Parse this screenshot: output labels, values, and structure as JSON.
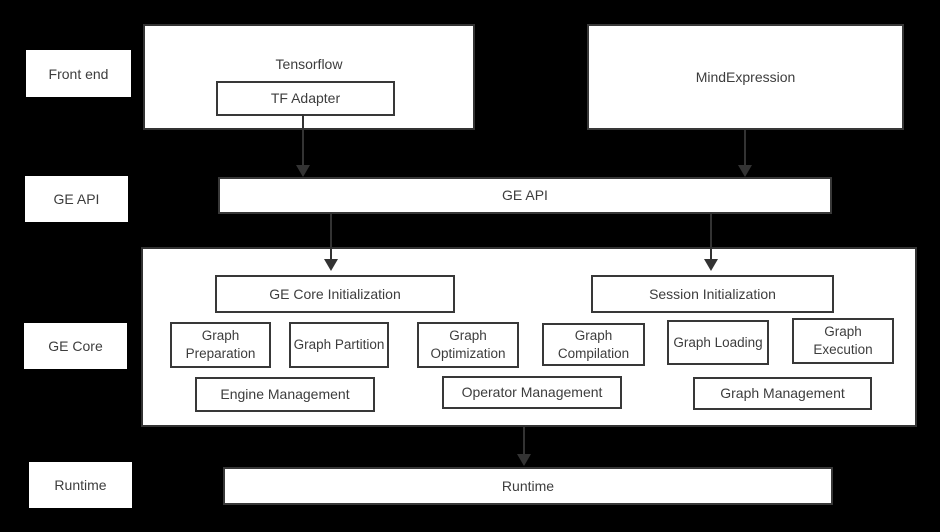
{
  "colors": {
    "background": "#000000",
    "box_fill": "#ffffff",
    "box_border": "#383838",
    "text": "#3d3d3d",
    "arrow": "#333333"
  },
  "side_labels": [
    "Front end",
    "GE API",
    "GE Core",
    "Runtime"
  ],
  "frontend": {
    "tensorflow_label": "Tensorflow",
    "tf_adapter_label": "TF Adapter",
    "mindexpression_label": "MindExpression"
  },
  "ge_api_label": "GE API",
  "ge_core": {
    "init_label": "GE Core Initialization",
    "session_label": "Session Initialization",
    "stages": [
      "Graph Preparation",
      "Graph Partition",
      "Graph Optimization",
      "Graph Compilation",
      "Graph Loading",
      "Graph Execution"
    ],
    "management": [
      "Engine Management",
      "Operator Management",
      "Graph Management"
    ]
  },
  "runtime_label": "Runtime"
}
